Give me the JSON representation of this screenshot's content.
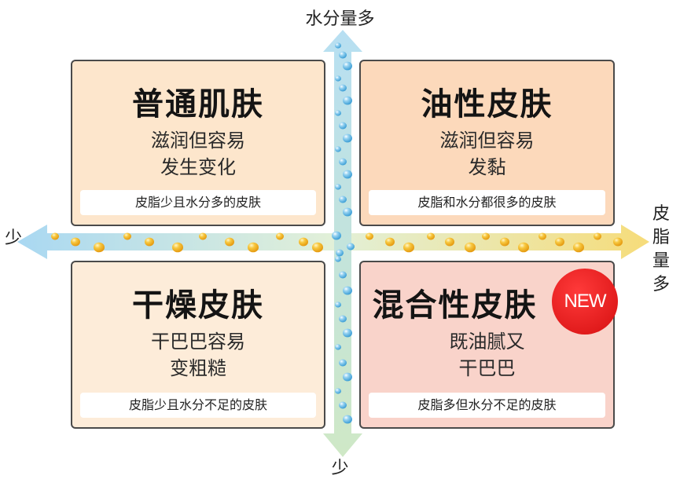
{
  "axes": {
    "top_label": "水分量多",
    "bottom_label": "少",
    "left_label": "少",
    "right_label": [
      "皮",
      "脂",
      "量",
      "多"
    ]
  },
  "quadrants": {
    "top_left": {
      "title": "普通肌肤",
      "desc": [
        "滋润但容易",
        "发生变化"
      ],
      "note": "皮脂少且水分多的皮肤"
    },
    "top_right": {
      "title": "油性皮肤",
      "desc": [
        "滋润但容易",
        "发黏"
      ],
      "note": "皮脂和水分都很多的皮肤"
    },
    "bottom_left": {
      "title": "干燥皮肤",
      "desc": [
        "干巴巴容易",
        "变粗糙"
      ],
      "note": "皮脂少且水分不足的皮肤"
    },
    "bottom_right": {
      "title": "混合性皮肤",
      "desc": [
        "既油腻又",
        "干巴巴"
      ],
      "note": "皮脂多但水分不足的皮肤",
      "badge": "NEW"
    }
  },
  "colors": {
    "water_drop": "#5fb6e4",
    "oil_drop": "#f2b01e",
    "badge": "#e0191b",
    "top_left_bg": "#fde6cc",
    "top_right_bg": "#fcd9bb",
    "bottom_left_bg": "#fdecd9",
    "bottom_right_bg": "#f9d3ca"
  }
}
